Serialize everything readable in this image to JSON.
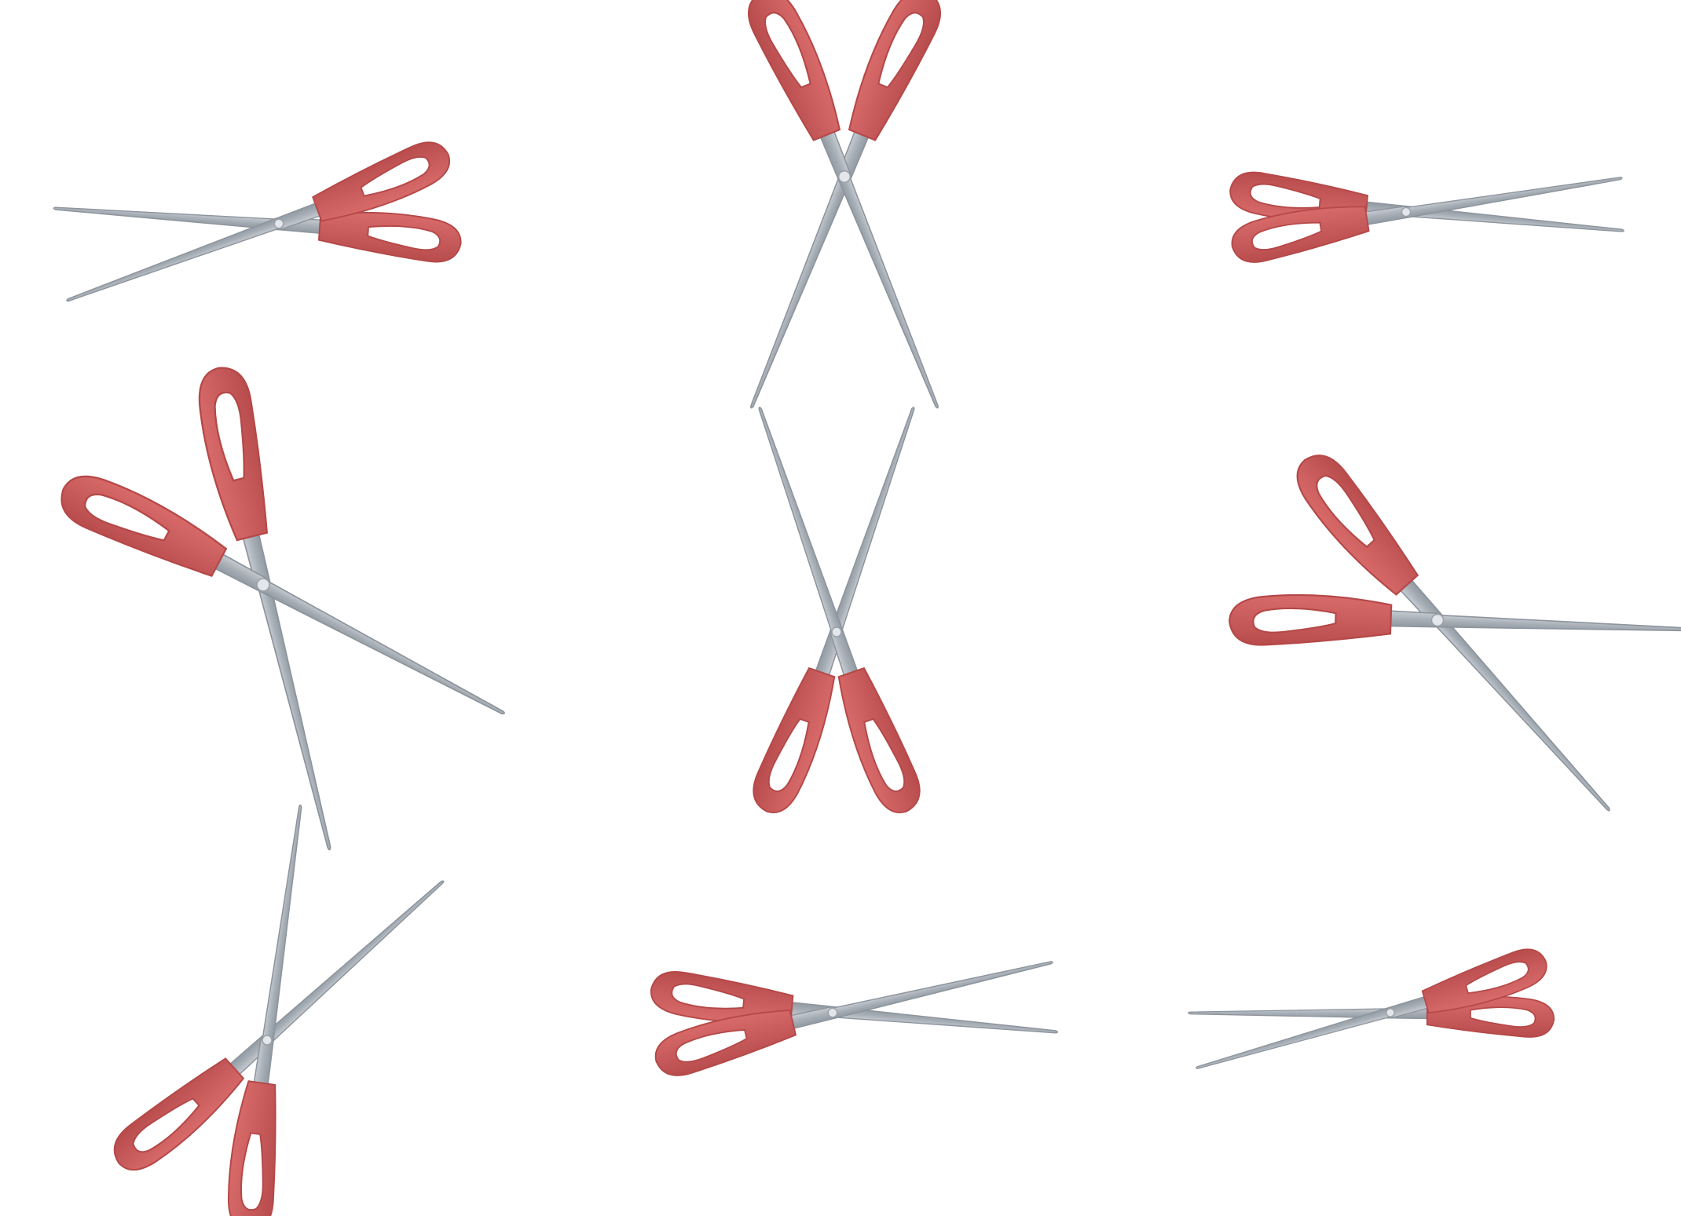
{
  "scene": {
    "background": "#ffffff",
    "object": "scissors",
    "handle_color": "#cf5a5a",
    "blade_color": "#a9b0b8",
    "count": 9
  },
  "scissors": [
    {
      "name": "scissors-1",
      "opening_deg": 24
    },
    {
      "name": "scissors-2",
      "opening_deg": 44
    },
    {
      "name": "scissors-3",
      "opening_deg": 14
    },
    {
      "name": "scissors-4",
      "opening_deg": 48
    },
    {
      "name": "scissors-5",
      "opening_deg": 38
    },
    {
      "name": "scissors-6",
      "opening_deg": 46
    },
    {
      "name": "scissors-7",
      "opening_deg": 40
    },
    {
      "name": "scissors-8",
      "opening_deg": 18
    },
    {
      "name": "scissors-9",
      "opening_deg": 16
    }
  ]
}
